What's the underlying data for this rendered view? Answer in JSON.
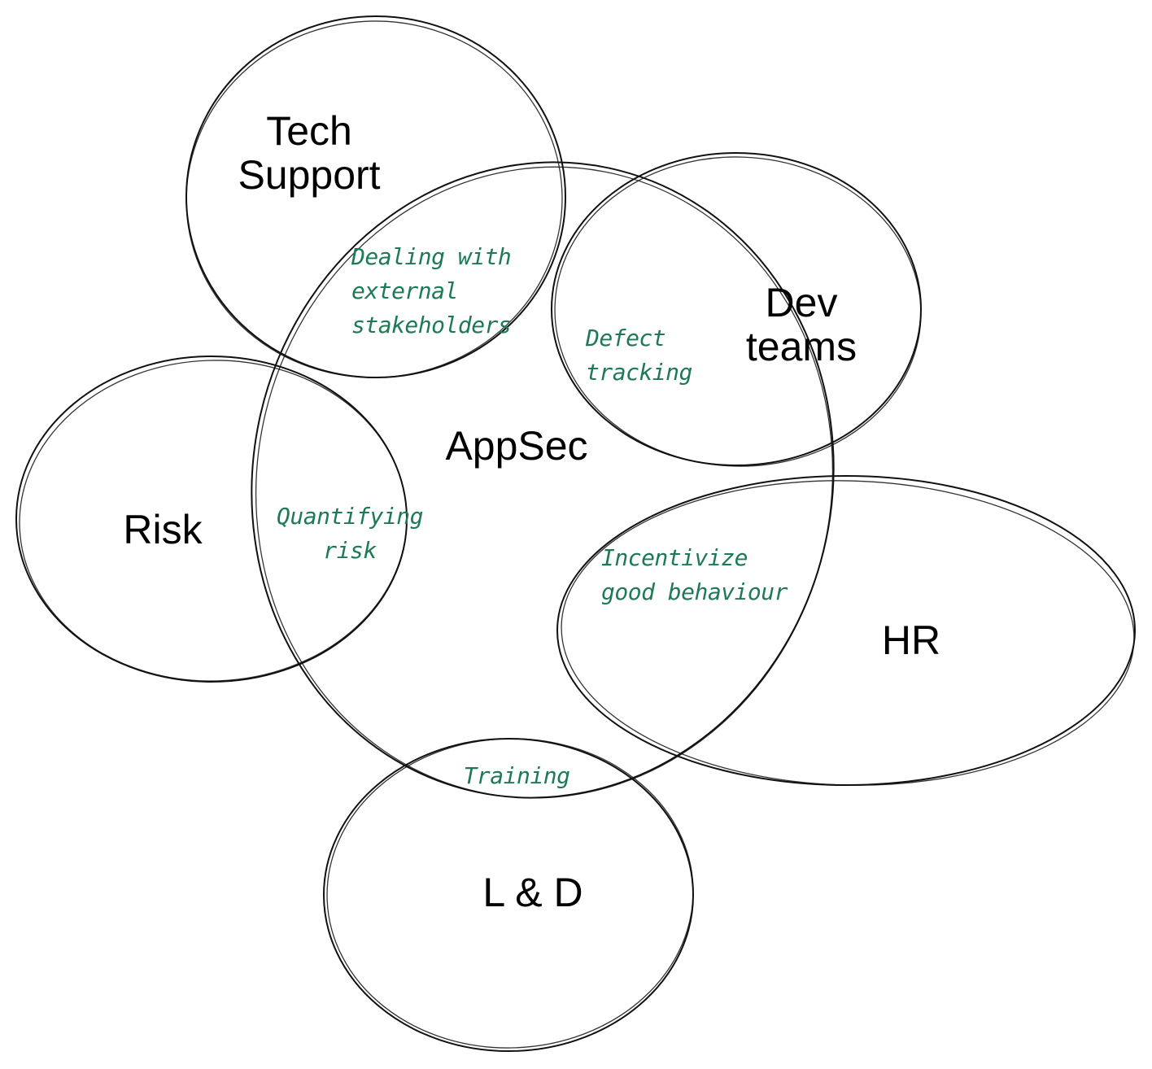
{
  "diagram": {
    "sets": {
      "tech_support": "Tech\nSupport",
      "appsec": "AppSec",
      "dev_teams": "Dev\nteams",
      "risk": "Risk",
      "hr": "HR",
      "l_and_d": "L & D"
    },
    "overlaps": {
      "techsupport_appsec": "Dealing with\nexternal\nstakeholders",
      "appsec_dev": "Defect\ntracking",
      "risk_appsec": "Quantifying\nrisk",
      "appsec_hr": "Incentivize\ngood behaviour",
      "appsec_ld": "Training"
    }
  },
  "colors": {
    "outline": "#111111",
    "set_label": "#000000",
    "overlap_label": "#1e7a55"
  }
}
